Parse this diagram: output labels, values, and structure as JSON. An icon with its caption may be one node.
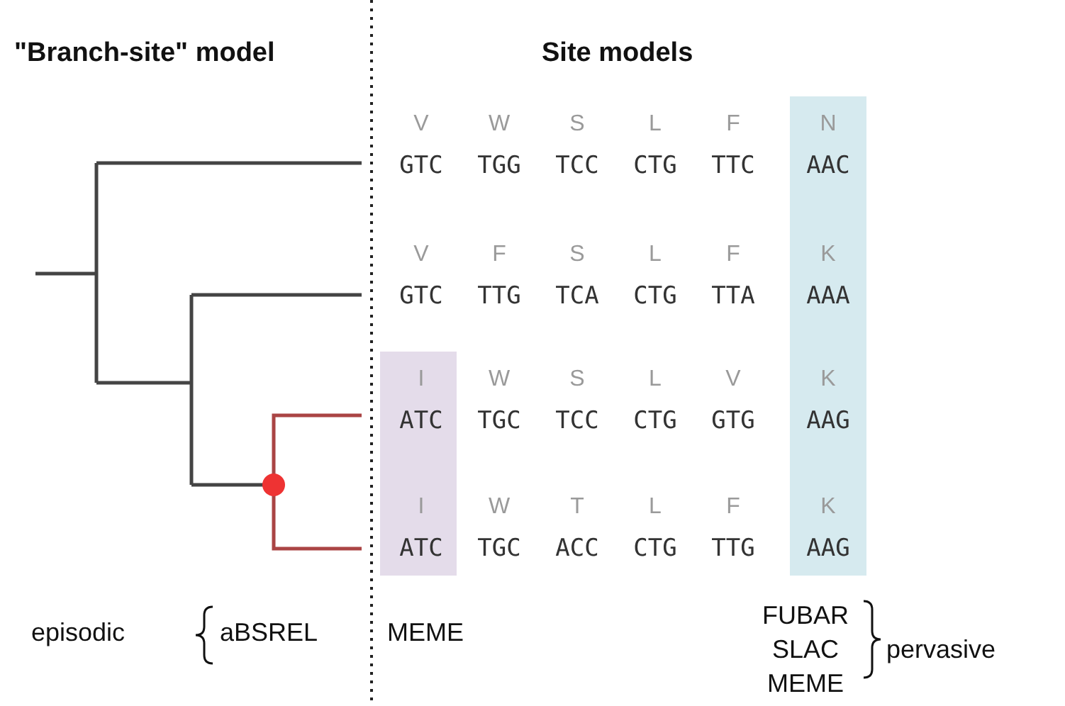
{
  "diagram": {
    "labels": [
      "\"Branch-site\" model",
      "Site models",
      "V",
      "W",
      "S",
      "L",
      "F",
      "N",
      "GTC",
      "TGG",
      "TCC",
      "CTG",
      "TTC",
      "AAC",
      "V",
      "F",
      "S",
      "L",
      "F",
      "K",
      "GTC",
      "TTG",
      "TCA",
      "CTG",
      "TTA",
      "AAA",
      "I",
      "W",
      "S",
      "L",
      "V",
      "K",
      "ATC",
      "TGC",
      "TCC",
      "CTG",
      "GTG",
      "AAG",
      "I",
      "W",
      "T",
      "L",
      "F",
      "K",
      "ATC",
      "TGC",
      "ACC",
      "CTG",
      "TTG",
      "AAG",
      "episodic",
      "aBSREL",
      "MEME",
      "FUBAR",
      "SLAC",
      "MEME",
      "pervasive"
    ]
  }
}
